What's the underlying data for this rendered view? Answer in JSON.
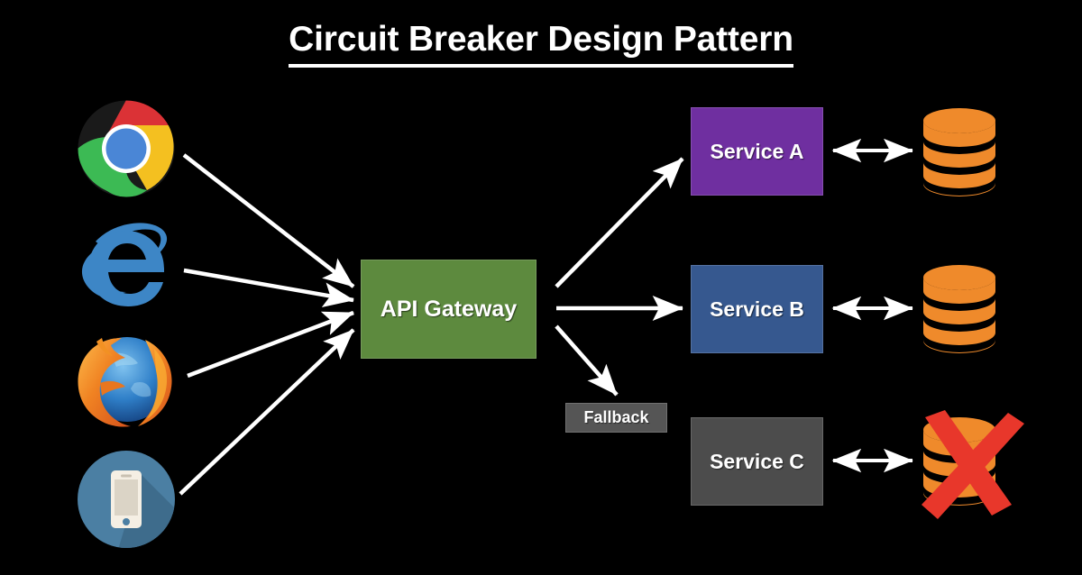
{
  "diagram": {
    "title": "Circuit Breaker Design Pattern",
    "background_color": "#000000",
    "text_color": "#ffffff"
  },
  "clients": [
    {
      "name": "chrome-logo",
      "label": "Google Chrome"
    },
    {
      "name": "ie-logo",
      "label": "Internet Explorer"
    },
    {
      "name": "firefox-logo",
      "label": "Mozilla Firefox"
    },
    {
      "name": "mobile-icon",
      "label": "Mobile Device"
    }
  ],
  "gateway": {
    "label": "API Gateway",
    "color": "#5d8a3e"
  },
  "services": [
    {
      "id": "a",
      "label": "Service A",
      "color": "#6f2fa0",
      "database": "healthy"
    },
    {
      "id": "b",
      "label": "Service B",
      "color": "#36588f",
      "database": "healthy"
    },
    {
      "id": "c",
      "label": "Service C",
      "color": "#4c4c4c",
      "database": "failed"
    }
  ],
  "fallback": {
    "label": "Fallback",
    "color": "#555555"
  },
  "database": {
    "color": "#ef8a2b",
    "failure_mark_color": "#e8372b",
    "failure_mark": "x-mark-icon"
  },
  "connectors": {
    "client_to_gateway": "arrow-right",
    "gateway_to_service_a": "arrow-up-right",
    "gateway_to_service_b": "arrow-right",
    "gateway_to_fallback": "arrow-down-right",
    "service_to_database": "arrow-double-headed"
  }
}
